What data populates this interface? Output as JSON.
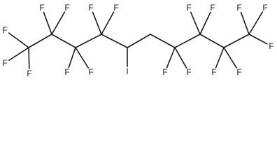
{
  "molecule": {
    "backbone": [
      "C1",
      "C2",
      "C3",
      "C4",
      "C5",
      "C6",
      "C7",
      "C8",
      "C9",
      "C10"
    ],
    "substituents": [
      {
        "carbon": "C1",
        "labels": [
          "F",
          "F",
          "F"
        ]
      },
      {
        "carbon": "C2",
        "labels": [
          "F",
          "F"
        ]
      },
      {
        "carbon": "C3",
        "labels": [
          "F",
          "F"
        ]
      },
      {
        "carbon": "C4",
        "labels": [
          "F",
          "F"
        ]
      },
      {
        "carbon": "C5",
        "labels": [
          "I"
        ]
      },
      {
        "carbon": "C7",
        "labels": [
          "F",
          "F"
        ]
      },
      {
        "carbon": "C8",
        "labels": [
          "F",
          "F"
        ]
      },
      {
        "carbon": "C9",
        "labels": [
          "F",
          "F"
        ]
      },
      {
        "carbon": "C10",
        "labels": [
          "F",
          "F",
          "F"
        ]
      }
    ]
  },
  "colors": {
    "bond": "#1a1a1a",
    "label": "#1a1a1a",
    "background": "#ffffff"
  }
}
